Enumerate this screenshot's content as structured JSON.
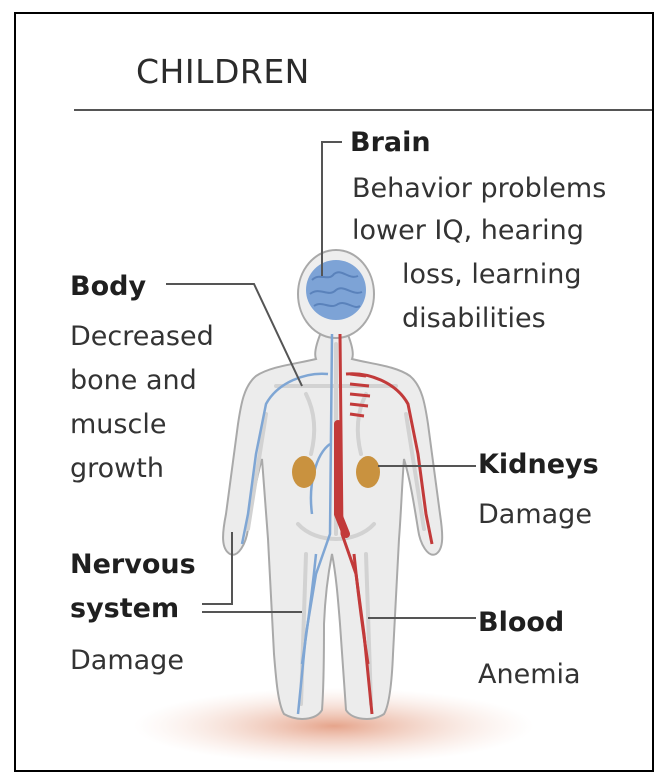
{
  "title": "CHILDREN",
  "labels": {
    "brain": {
      "name": "Brain",
      "lines": [
        "Behavior problems",
        "lower IQ, hearing",
        "loss, learning",
        "disabilities"
      ]
    },
    "body": {
      "name": "Body",
      "lines": [
        "Decreased",
        "bone and",
        "muscle",
        "growth"
      ]
    },
    "kidneys": {
      "name": "Kidneys",
      "lines": [
        "Damage"
      ]
    },
    "nervous": {
      "name_lines": [
        "Nervous",
        "system"
      ],
      "lines": [
        "Damage"
      ]
    },
    "blood": {
      "name": "Blood",
      "lines": [
        "Anemia"
      ]
    }
  },
  "colors": {
    "veins": "#7fa6d4",
    "arteries": "#c23a3a",
    "brain": "#7da3d6",
    "kidney": "#c9923f",
    "shadow": "#e8a98f",
    "body_outline": "#a9a9a9"
  }
}
